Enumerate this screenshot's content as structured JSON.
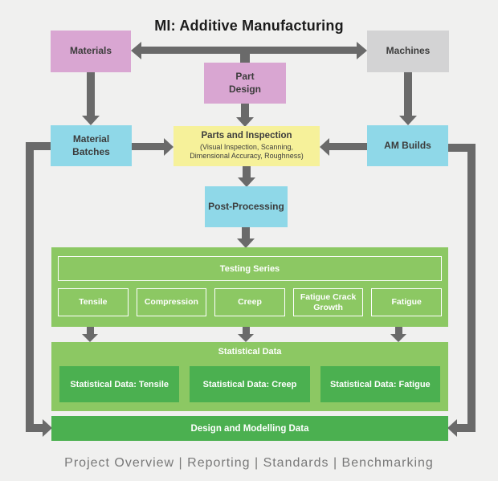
{
  "title": "MI: Additive Manufacturing",
  "nodes": {
    "materials": "Materials",
    "machines": "Machines",
    "part_design": "Part\nDesign",
    "material_batches": "Material\nBatches",
    "am_builds": "AM Builds",
    "parts_inspection_title": "Parts and Inspection",
    "parts_inspection_sub": "(Visual Inspection, Scanning,\nDimensional Accuracy, Roughness)",
    "post_processing": "Post-Processing"
  },
  "testing": {
    "header": "Testing Series",
    "items": [
      "Tensile",
      "Compression",
      "Creep",
      "Fatigue Crack Growth",
      "Fatigue"
    ]
  },
  "statistics": {
    "header": "Statistical Data",
    "items": [
      "Statistical Data: Tensile",
      "Statistical Data: Creep",
      "Statistical Data: Fatigue"
    ]
  },
  "design_modelling": "Design and Modelling Data",
  "footer": "Project Overview  |  Reporting  |  Standards  |  Benchmarking",
  "colors": {
    "pink": "#d9a6d2",
    "cyan": "#8fd8e8",
    "yellow": "#f6f19a",
    "graybox": "#d3d3d4",
    "green_light": "#8cc863",
    "green_dark": "#4bb050",
    "arrow": "#6a6a6a",
    "background": "#f0f0ef"
  }
}
